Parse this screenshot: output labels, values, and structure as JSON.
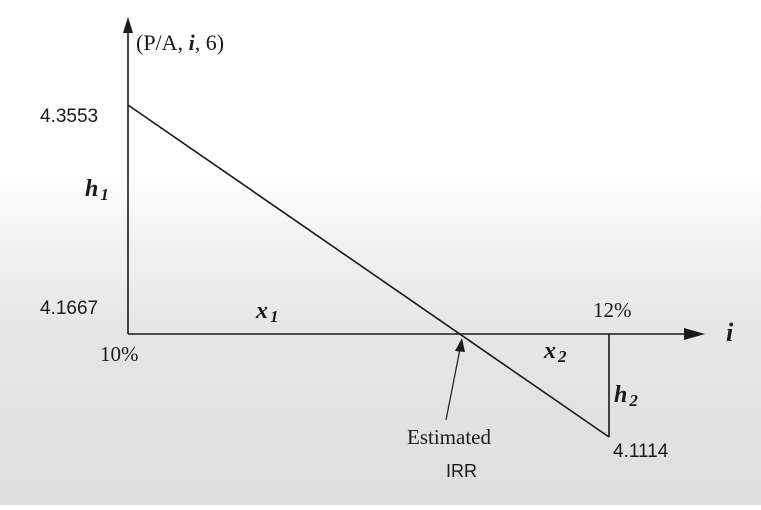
{
  "y_axis_label": {
    "pre": "(P/A, ",
    "var": "i",
    "post": ", 6)"
  },
  "x_axis_label": "i",
  "labels": {
    "val_top": "4.3553",
    "val_mid": "4.1667",
    "val_bottom": "4.1114",
    "rate_low": "10%",
    "rate_high": "12%",
    "h1": {
      "main": "h",
      "sub": "1"
    },
    "h2": {
      "main": "h",
      "sub": "2"
    },
    "x1": {
      "main": "x",
      "sub": "1"
    },
    "x2": {
      "main": "x",
      "sub": "2"
    },
    "estimated": "Estimated",
    "irr": "IRR"
  },
  "colors": {
    "line": "#1a1a1a",
    "text": "#1a1a1a"
  }
}
